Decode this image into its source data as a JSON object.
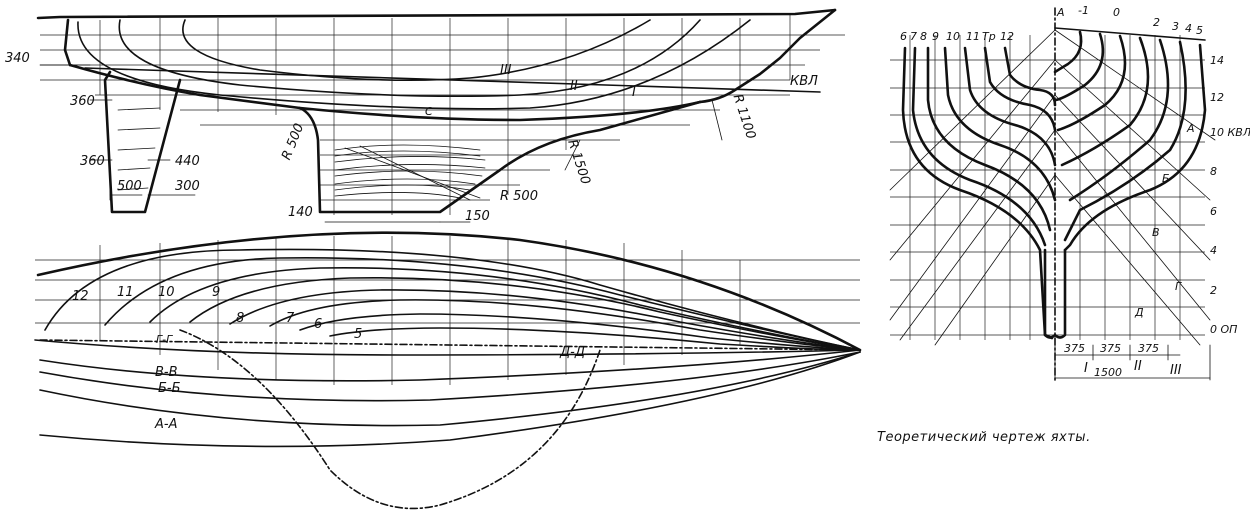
{
  "caption": "Теоретический чертеж яхты.",
  "profile": {
    "buttocks": [
      "III",
      "II",
      "I"
    ],
    "waterline": "КВЛ",
    "center_mark": "C",
    "dimensions": [
      "340",
      "360",
      "360",
      "440",
      "500",
      "300",
      "140",
      "150"
    ],
    "radii": [
      "R 1100",
      "R 1500",
      "R 500",
      "R 500"
    ]
  },
  "plan": {
    "stations": [
      "12",
      "11",
      "10",
      "9",
      "8",
      "7",
      "6",
      "5"
    ],
    "sections": [
      "Г-Г",
      "В-В",
      "Б-Б",
      "А-А",
      "Д-Д"
    ]
  },
  "body_plan": {
    "stations_top": [
      "6",
      "7",
      "8",
      "9",
      "10",
      "11",
      "Тр",
      "12",
      "А",
      "-1",
      "0",
      "2",
      "3",
      "4",
      "5"
    ],
    "waterlines": [
      "14",
      "12",
      "10 КВЛ",
      "8",
      "6",
      "4",
      "2",
      "0 ОП"
    ],
    "diagonals": [
      "А",
      "Б",
      "В",
      "Г",
      "Д"
    ],
    "half_breadth_dims": [
      "375",
      "375",
      "375"
    ],
    "total_dim": "1500",
    "buttock_marks": [
      "I",
      "II",
      "III"
    ]
  }
}
